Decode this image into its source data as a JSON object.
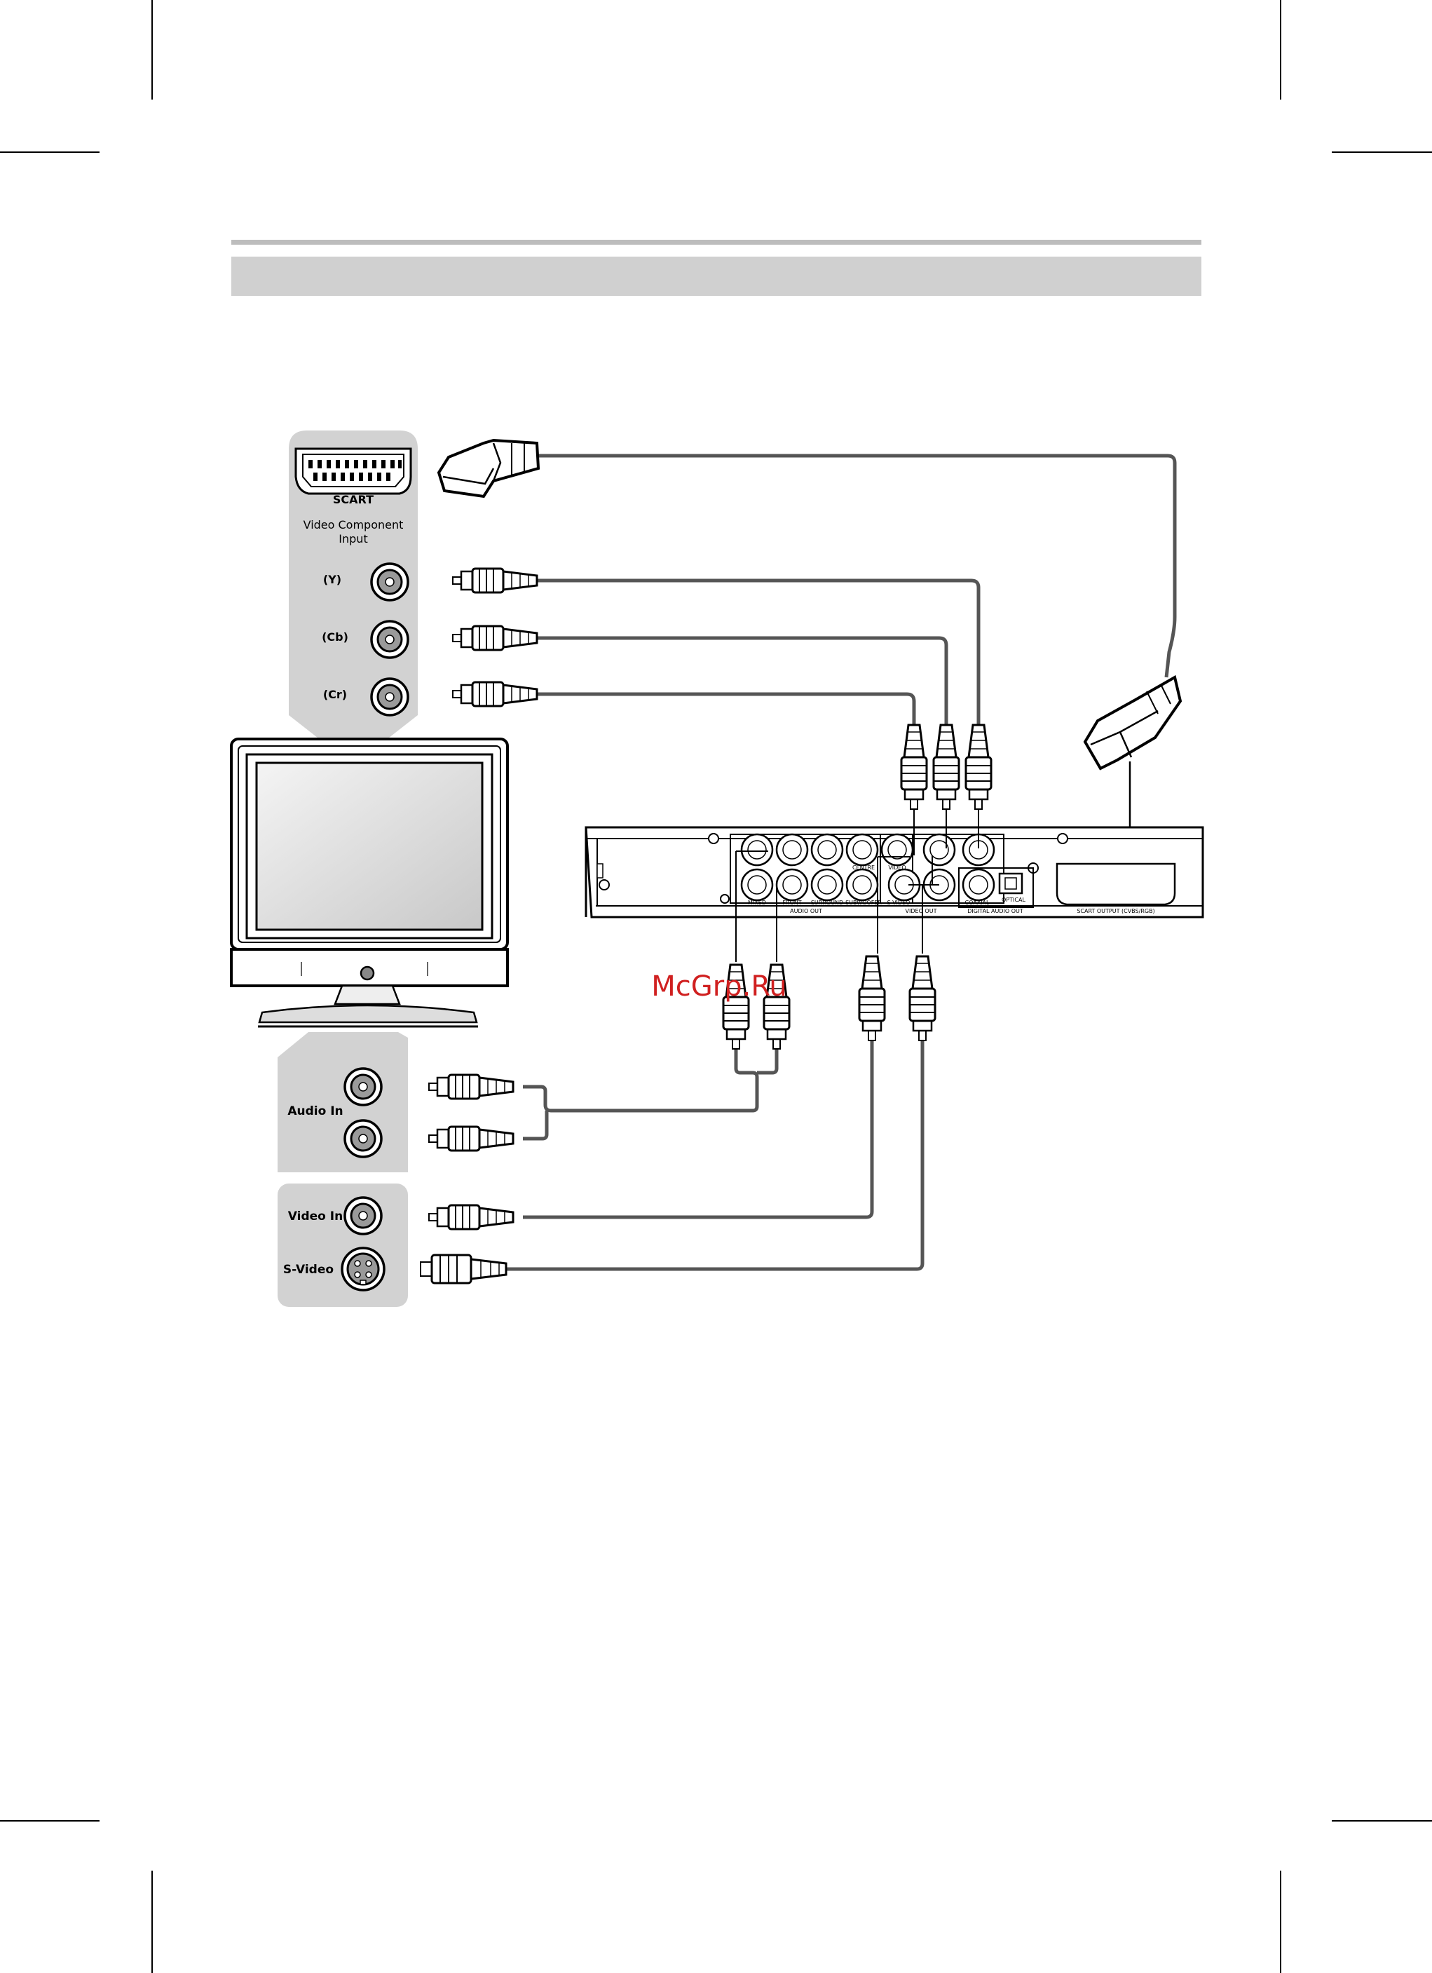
{
  "tv_panel": {
    "scart": "SCART",
    "component_title_line1": "Video Component",
    "component_title_line2": "Input",
    "y": "(Y)",
    "cb": "(Cb)",
    "cr": "(Cr)"
  },
  "audio_panel": {
    "label": "Audio In"
  },
  "video_panel": {
    "video_in": "Video In",
    "svideo": "S-Video"
  },
  "player_labels": {
    "mixed": "MIXED",
    "front": "FRONT",
    "surround": "SURROUND",
    "subwoofer": "SUBWOOFER",
    "centre": "CENTRE",
    "audio_out": "AUDIO OUT",
    "video": "VIDEO",
    "s_video": "S-VIDEO",
    "video_out": "VIDEO OUT",
    "coaxial": "COAXIAL",
    "optical": "OPTICAL",
    "digital_audio_out": "DIGITAL AUDIO OUT",
    "scart_output": "SCART OUTPUT (CVBS/RGB)"
  },
  "watermark": "McGrp.Ru",
  "colors": {
    "panel_gray": "#d2d2d2",
    "cable": "#555555",
    "band": "#d0d0d0",
    "watermark": "#d02020"
  }
}
